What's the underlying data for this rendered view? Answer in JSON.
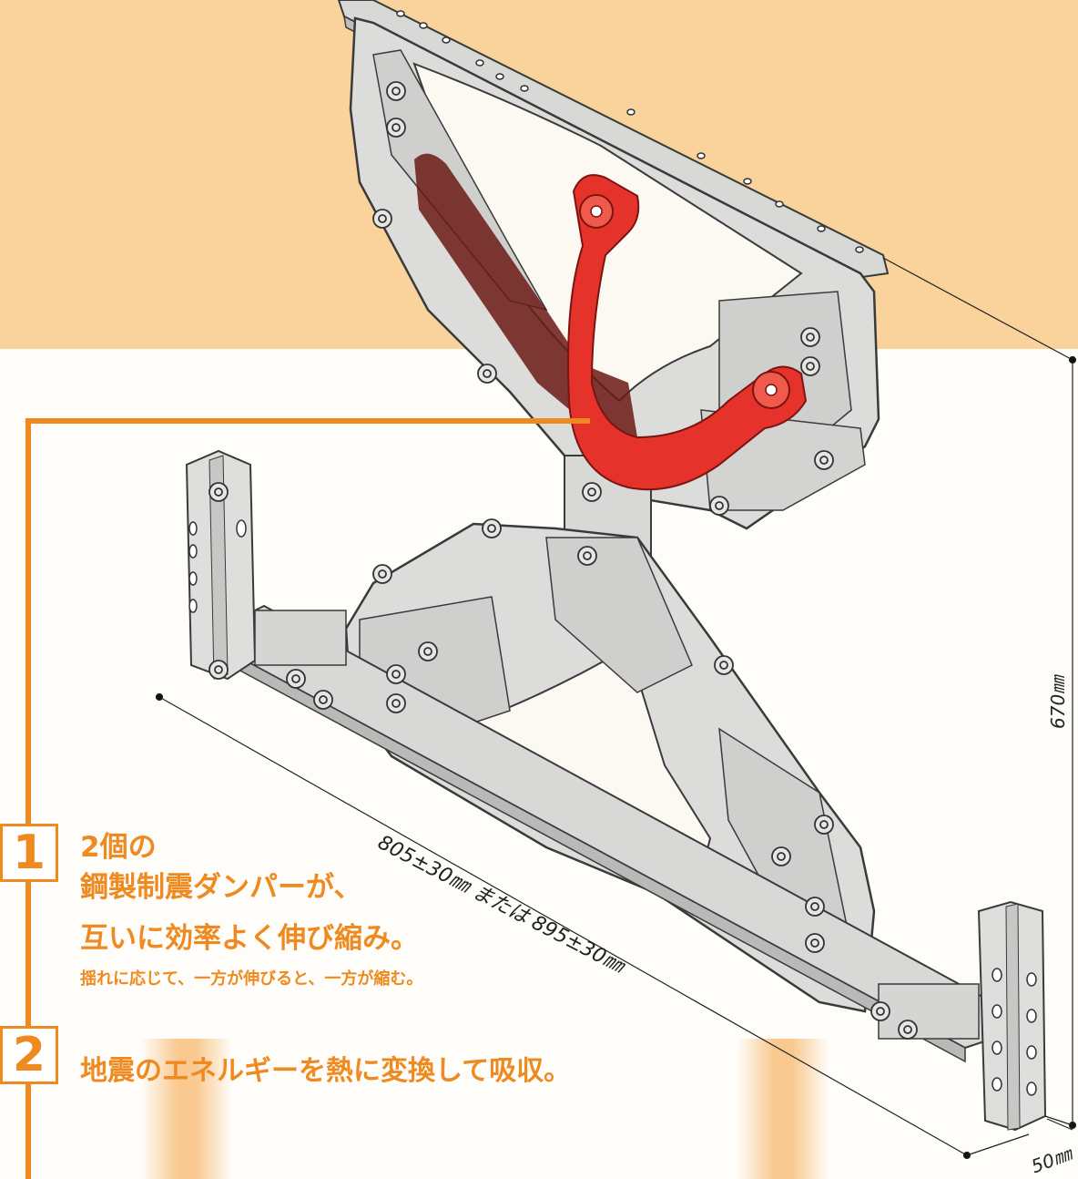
{
  "colors": {
    "top_band": "#f9d39b",
    "accent_orange": "#ee8a20",
    "damper_red": "#e5322b",
    "steel_gray": "#d8d8d6",
    "outline": "#3a3a3a",
    "background": "#fffdf9"
  },
  "features": [
    {
      "number": "1",
      "lines": [
        "2個の",
        "鋼製制震ダンパーが、",
        "互いに効率よく伸び縮み。"
      ],
      "note": "揺れに応じて、一方が伸びると、一方が縮む。"
    },
    {
      "number": "2",
      "lines": [
        "地震のエネルギーを熱に変換して吸収。"
      ]
    }
  ],
  "dimensions": {
    "length": "805±30㎜ または 895±30㎜",
    "height": "670㎜",
    "width": "50㎜"
  }
}
